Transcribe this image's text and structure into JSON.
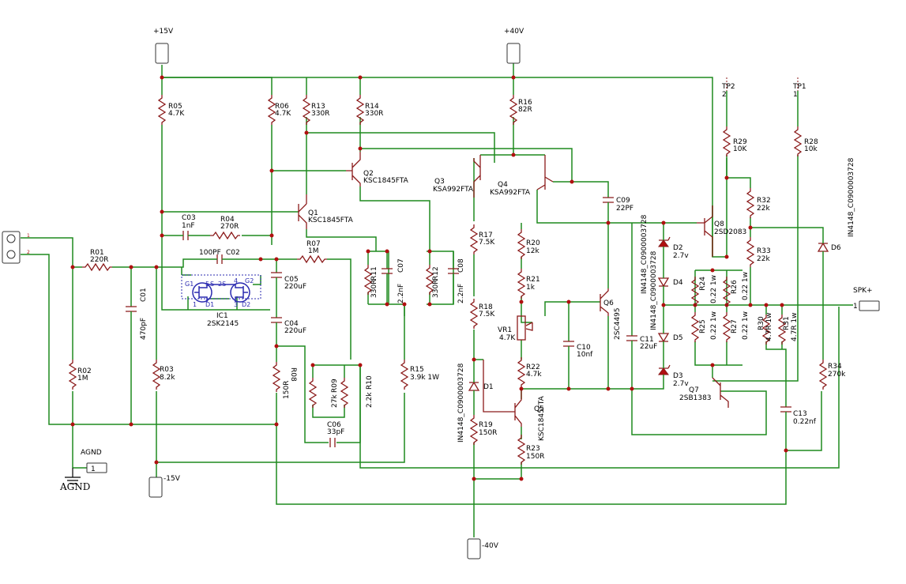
{
  "rails": {
    "p15": "+15V",
    "p40": "+40V",
    "m15": "-15V",
    "m40": "-40V"
  },
  "agnd": {
    "label": "AGND",
    "pin": "1",
    "ground": "AGND"
  },
  "tp1": {
    "name": "TP1",
    "pin": "1"
  },
  "tp2": {
    "name": "TP2",
    "pin": "2"
  },
  "spk": {
    "name": "SPK+",
    "pin": "1"
  },
  "input_pins": {
    "p1": "1",
    "p2": "2"
  },
  "ic1": {
    "ref": "IC1",
    "part": "2SK2145",
    "g1": "G1",
    "g2": "G2",
    "s": "S",
    "s2": "2S",
    "d1": "D1",
    "d2": "D2",
    "n1": "1",
    "n5": "5",
    "n4": "4",
    "n3": "3"
  },
  "resistors": {
    "R01": "R01",
    "R01v": "220R",
    "R02": "R02",
    "R02v": "1M",
    "R03": "R03",
    "R03v": "8.2k",
    "R04": "R04",
    "R04v": "270R",
    "R05": "R05",
    "R05v": "4.7K",
    "R06": "R06",
    "R06v": "4.7K",
    "R07": "R07",
    "R07v": "1M",
    "R08": "R08",
    "R08v": "150R",
    "R09": "R09",
    "R09v": "27k",
    "R10": "R10",
    "R10v": "2.2k",
    "R11": "R11",
    "R11v": "330R",
    "R12": "R12",
    "R12v": "330R",
    "R13": "R13",
    "R13v": "330R",
    "R14": "R14",
    "R14v": "330R",
    "R15": "R15",
    "R15v": "3.9k 1W",
    "R16": "R16",
    "R16v": "82R",
    "R17": "R17",
    "R17v": "7.5K",
    "R18": "R18",
    "R18v": "7.5K",
    "R19": "R19",
    "R19v": "150R",
    "R20": "R20",
    "R20v": "12k",
    "R21": "R21",
    "R21v": "1k",
    "R22": "R22",
    "R22v": "4.7k",
    "R23": "R23",
    "R23v": "150R",
    "R24": "R24",
    "R24v": "0.22 1w",
    "R25": "R25",
    "R25v": "0.22 1w",
    "R26": "R26",
    "R26v": "0.22 1w",
    "R27": "R27",
    "R27v": "0.22 1w",
    "R28": "R28",
    "R28v": "10k",
    "R29": "R29",
    "R29v": "10K",
    "R30": "R30",
    "R30v": "4.7R 1w",
    "R31": "R31",
    "R31v": "4.7R 1w",
    "R32": "R32",
    "R32v": "22k",
    "R33": "R33",
    "R33v": "22k",
    "R34": "R34",
    "R34v": "270k",
    "VR1": "VR1",
    "VR1v": "4.7K"
  },
  "capacitors": {
    "C01": "C01",
    "C01v": "470pF",
    "C02": "C02",
    "C02v": "100PF",
    "C03": "C03",
    "C03v": "1nF",
    "C04": "C04",
    "C04v": "220uF",
    "C05": "C05",
    "C05v": "220uF",
    "C06": "C06",
    "C06v": "33pF",
    "C07": "C07",
    "C07v": "2.2nF",
    "C08": "C08",
    "C08v": "2.2nF",
    "C09": "C09",
    "C09v": "22PF",
    "C10": "C10",
    "C10v": "10nf",
    "C11": "C11",
    "C11v": "22uF",
    "C13": "C13",
    "C13v": "0.22nf"
  },
  "transistors": {
    "Q1": "Q1",
    "Q1v": "KSC1845FTA",
    "Q2": "Q2",
    "Q2v": "KSC1845FTA",
    "Q3": "Q3",
    "Q3v": "KSA992FTA",
    "Q4": "Q4",
    "Q4v": "KSA992FTA",
    "Q5": "Q5",
    "Q5v": "KSC1845FTA",
    "Q6": "Q6",
    "Q6v": "2SC4495",
    "Q7": "Q7",
    "Q7v": "2SB1383",
    "Q8": "Q8",
    "Q8v": "2SD2083"
  },
  "diodes": {
    "D1": "D1",
    "D1v": "IN4148_C0900003728",
    "D2": "D2",
    "D2v": "2.7v",
    "D3": "D3",
    "D3v": "2.7v",
    "D4": "D4",
    "D4v": "IN4148_C0900003728",
    "D5": "D5",
    "D5v": "IN4148_C0900003728",
    "D6": "D6",
    "D6v": "IN4148_C0900003728"
  },
  "colors": {
    "wire": "#1f8a1f",
    "part": "#8b1a1a",
    "junction": "#b01010",
    "ic": "#2b2bb0"
  }
}
